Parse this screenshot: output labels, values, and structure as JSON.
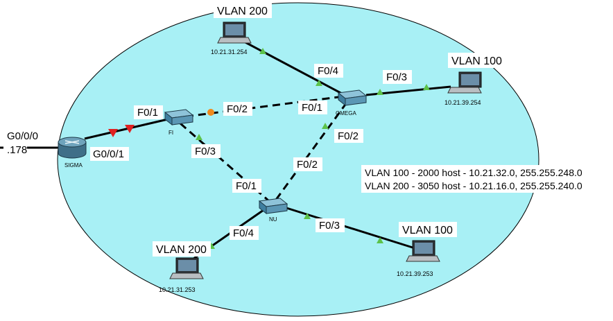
{
  "devices": {
    "router": {
      "name": "SIGMA"
    },
    "switch_fi": {
      "name": "FI"
    },
    "switch_omega": {
      "name": "OMEGA"
    },
    "switch_nu": {
      "name": "NU"
    }
  },
  "hosts": {
    "top": {
      "vlan": "VLAN 200",
      "ip": "10.21.31.254"
    },
    "right_top": {
      "vlan": "VLAN 100",
      "ip": "10.21.39.254"
    },
    "right_bottom": {
      "vlan": "VLAN 100",
      "ip": "10.21.39.253"
    },
    "left_bottom": {
      "vlan": "VLAN 200",
      "ip": "10.21.31.253"
    }
  },
  "ports": {
    "router_outside": "G0/0/0",
    "router_outside_ip": ".178",
    "router_inside": "G0/0/1",
    "fi_f01": "F0/1",
    "fi_f02": "F0/2",
    "fi_f03": "F0/3",
    "omega_f01": "F0/1",
    "omega_f02": "F0/2",
    "omega_f03": "F0/3",
    "omega_f04": "F0/4",
    "nu_f01": "F0/1",
    "nu_f02": "F0/2",
    "nu_f03": "F0/3",
    "nu_f04": "F0/4"
  },
  "notes": [
    "VLAN 100 - 2000 host - 10.21.32.0, 255.255.248.0",
    "VLAN 200 - 3050 host - 10.21.16.0, 255.255.240.0"
  ],
  "colors": {
    "ellipse_fill": "#a8f0f5",
    "link_up": "#5cc24a",
    "link_down": "#e02020",
    "link_blocking": "#f08a1c"
  }
}
